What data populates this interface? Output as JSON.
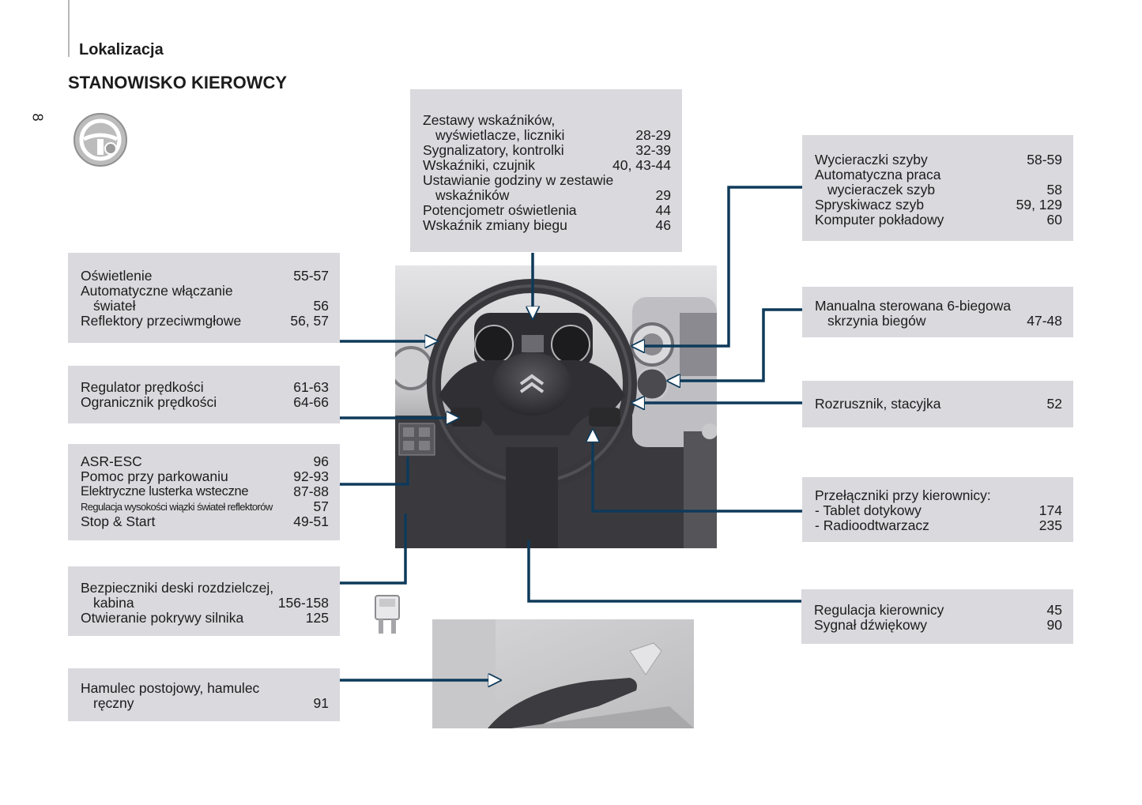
{
  "header": {
    "section": "Lokalizacja",
    "title": "STANOWISKO KIEROWCY",
    "page_number": "8"
  },
  "icons": {
    "chapter": "steering-wheel-icon",
    "fuse": "fuse-icon"
  },
  "colors": {
    "line": "#0e3a5a",
    "box": "#d9d9de"
  },
  "boxes": {
    "top": [
      {
        "text": "Zestawy wskaźników,",
        "page": ""
      },
      {
        "text": "wyświetlacze, liczniki",
        "page": "28-29"
      },
      {
        "text": "Sygnalizatory, kontrolki",
        "page": "32-39"
      },
      {
        "text": "Wskaźniki, czujnik",
        "page": "40, 43-44"
      },
      {
        "text": "Ustawianie godziny w zestawie",
        "page": ""
      },
      {
        "text": "wskaźników",
        "page": "29"
      },
      {
        "text": "Potencjometr oświetlenia",
        "page": "44"
      },
      {
        "text": "Wskaźnik zmiany biegu",
        "page": "46"
      }
    ],
    "lighting": [
      {
        "text": "Oświetlenie",
        "page": "55-57"
      },
      {
        "text": "Automatyczne włączanie",
        "page": ""
      },
      {
        "text": "świateł",
        "page": "56"
      },
      {
        "text": "Reflektory przeciwmgłowe",
        "page": "56, 57"
      }
    ],
    "speed": [
      {
        "text": "Regulator prędkości",
        "page": "61-63"
      },
      {
        "text": "Ogranicznik prędkości",
        "page": "64-66"
      }
    ],
    "asr": [
      {
        "text": "ASR-ESC",
        "page": "96"
      },
      {
        "text": "Pomoc przy parkowaniu",
        "page": "92-93"
      },
      {
        "text": "Elektryczne lusterka wsteczne",
        "page": "87-88"
      },
      {
        "text": "Regulacja wysokości wiązki świateł reflektorów",
        "page": "57"
      },
      {
        "text": "Stop & Start",
        "page": "49-51"
      }
    ],
    "fuses": [
      {
        "text": "Bezpieczniki deski rozdzielczej,",
        "page": ""
      },
      {
        "text": "kabina",
        "page": "156-158"
      },
      {
        "text": "Otwieranie pokrywy silnika",
        "page": "125"
      }
    ],
    "handbrake": [
      {
        "text": "Hamulec postojowy, hamulec",
        "page": ""
      },
      {
        "text": "ręczny",
        "page": "91"
      }
    ],
    "wipers": [
      {
        "text": "Wycieraczki szyby",
        "page": "58-59"
      },
      {
        "text": "Automatyczna praca",
        "page": ""
      },
      {
        "text": "wycieraczek szyb",
        "page": "58"
      },
      {
        "text": "Spryskiwacz szyb",
        "page": "59, 129"
      },
      {
        "text": "Komputer pokładowy",
        "page": "60"
      }
    ],
    "gearbox": [
      {
        "text": "Manualna sterowana 6-biegowa",
        "page": ""
      },
      {
        "text": "skrzynia biegów",
        "page": "47-48"
      }
    ],
    "ignition": [
      {
        "text": "Rozrusznik, stacyjka",
        "page": "52"
      }
    ],
    "switches": [
      {
        "text": "Przełączniki przy kierownicy:",
        "page": ""
      },
      {
        "text": "-  Tablet dotykowy",
        "page": "174"
      },
      {
        "text": "-  Radioodtwarzacz",
        "page": "235"
      }
    ],
    "steering": [
      {
        "text": "Regulacja kierownicy",
        "page": "45"
      },
      {
        "text": "Sygnał dźwiękowy",
        "page": "90"
      }
    ]
  }
}
